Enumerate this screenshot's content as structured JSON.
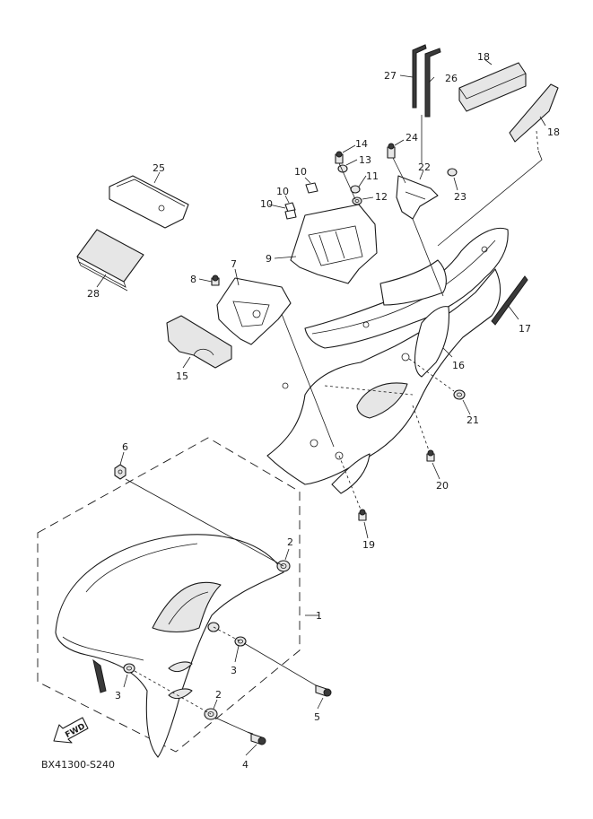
{
  "callouts": {
    "p1": "1",
    "p2a": "2",
    "p2b": "2",
    "p3a": "3",
    "p3b": "3",
    "p4": "4",
    "p5": "5",
    "p6": "6",
    "p7": "7",
    "p8": "8",
    "p9": "9",
    "p10a": "10",
    "p10b": "10",
    "p10c": "10",
    "p11": "11",
    "p12": "12",
    "p13": "13",
    "p14": "14",
    "p15": "15",
    "p16": "16",
    "p17": "17",
    "p18a": "18",
    "p18b": "18",
    "p19": "19",
    "p20": "20",
    "p21": "21",
    "p22": "22",
    "p23": "23",
    "p24": "24",
    "p25": "25",
    "p26": "26",
    "p27": "27",
    "p28": "28"
  },
  "fwd_label": "FWD",
  "reference_code": "BX41300-S240"
}
